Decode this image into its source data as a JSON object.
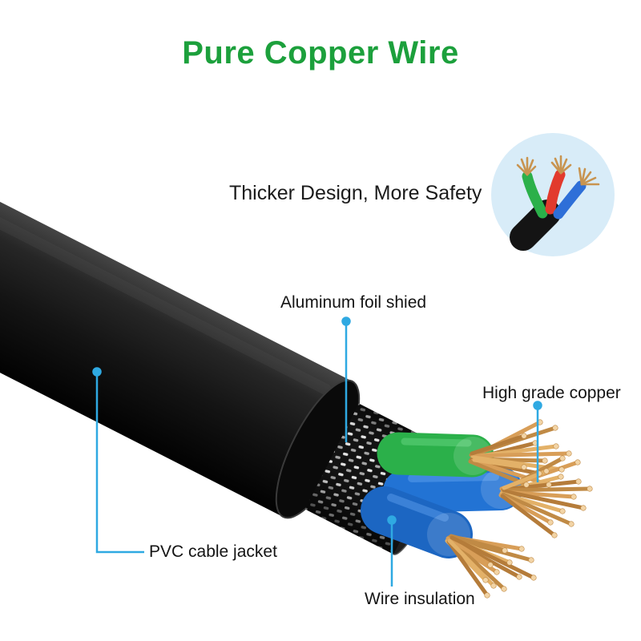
{
  "title": {
    "text": "Pure Copper Wire",
    "color": "#1CA03C"
  },
  "inset": {
    "caption": "Thicker Design, More Safety",
    "circle_bg": "#D8ECF8"
  },
  "callouts": {
    "aluminum_foil": {
      "label": "Aluminum foil shied"
    },
    "high_grade_copper": {
      "label": "High grade copper"
    },
    "pvc_jacket": {
      "label": "PVC cable jacket"
    },
    "wire_insulation": {
      "label": "Wire insulation"
    }
  },
  "colors": {
    "background": "#FFFFFF",
    "callout_line": "#2FA9E2",
    "jacket_black": "#141414",
    "braid_silver": "#E2E2E2",
    "wire_green": "#2BB04A",
    "wire_blue": "#2273D4",
    "wire_blue_dark": "#1C66C2",
    "wire_red": "#E23A2D",
    "copper": "#C8914B",
    "copper_tip": "#F2D4A6"
  }
}
